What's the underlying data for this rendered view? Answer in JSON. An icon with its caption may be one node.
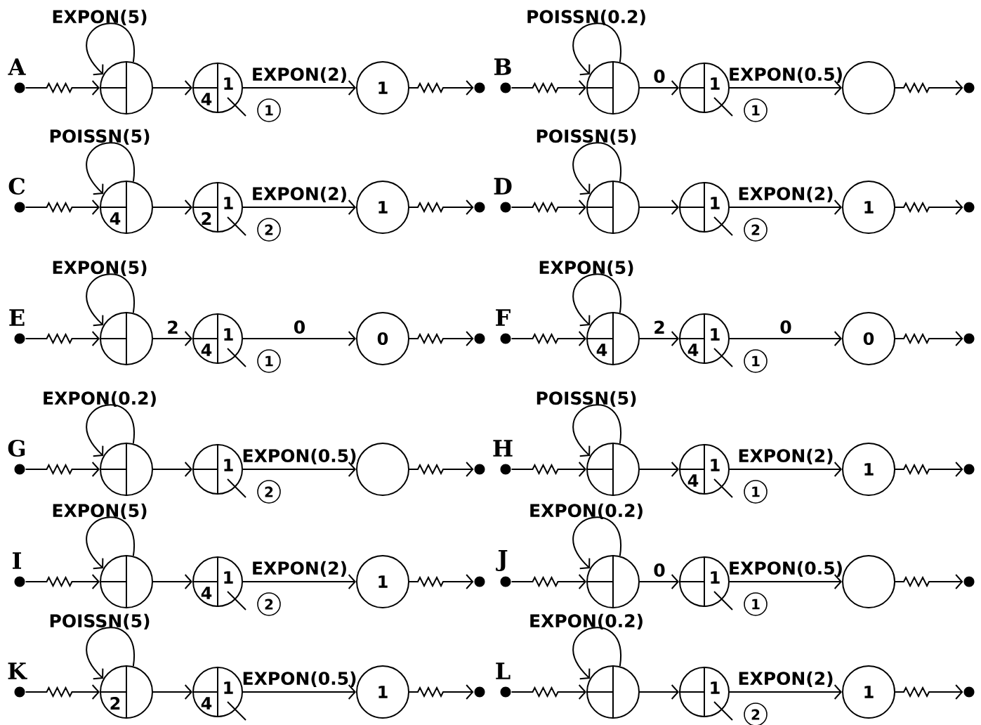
{
  "diagram": {
    "nodes": [
      {
        "text": [],
        "shape": "dot",
        "beside": [
          "A"
        ]
      },
      {
        "text": [],
        "shape": "circle"
      },
      {
        "text": [
          "1",
          "4"
        ],
        "beside": [
          "1"
        ]
      },
      {
        "text": [
          "1"
        ]
      },
      {
        "text": [],
        "shape": "dot"
      },
      {
        "text": [],
        "shape": "dot",
        "beside": [
          "B"
        ]
      },
      {
        "text": [],
        "shape": "circle"
      },
      {
        "text": [
          "1"
        ],
        "beside": [
          "1"
        ]
      },
      {
        "text": [],
        "shape": "circle"
      },
      {
        "text": [],
        "shape": "dot"
      },
      {
        "text": [],
        "shape": "dot",
        "beside": [
          "C"
        ]
      },
      {
        "text": [
          "4"
        ]
      },
      {
        "text": [
          "1",
          "2"
        ],
        "beside": [
          "2"
        ]
      },
      {
        "text": [
          "1"
        ]
      },
      {
        "text": [],
        "shape": "dot"
      },
      {
        "text": [],
        "shape": "dot",
        "beside": [
          "D"
        ]
      },
      {
        "text": [],
        "shape": "circle"
      },
      {
        "text": [
          "1"
        ],
        "beside": [
          "2"
        ]
      },
      {
        "text": [
          "1"
        ]
      },
      {
        "text": [],
        "shape": "dot"
      },
      {
        "text": [],
        "shape": "dot",
        "beside": [
          "E"
        ]
      },
      {
        "text": [],
        "shape": "circle"
      },
      {
        "text": [
          "1",
          "4"
        ],
        "beside": [
          "1"
        ]
      },
      {
        "text": [
          "0"
        ]
      },
      {
        "text": [],
        "shape": "dot"
      },
      {
        "text": [],
        "shape": "dot",
        "beside": [
          "F"
        ]
      },
      {
        "text": [
          "4"
        ]
      },
      {
        "text": [
          "1",
          "4"
        ],
        "beside": [
          "1"
        ]
      },
      {
        "text": [
          "0"
        ]
      },
      {
        "text": [],
        "shape": "dot"
      },
      {
        "text": [],
        "shape": "dot",
        "beside": [
          "G"
        ]
      },
      {
        "text": [],
        "shape": "circle"
      },
      {
        "text": [
          "1"
        ],
        "beside": [
          "2"
        ]
      },
      {
        "text": [],
        "shape": "circle"
      },
      {
        "text": [],
        "shape": "dot"
      },
      {
        "text": [],
        "shape": "dot",
        "beside": [
          "H"
        ]
      },
      {
        "text": [],
        "shape": "circle"
      },
      {
        "text": [
          "1",
          "4"
        ],
        "beside": [
          "1"
        ]
      },
      {
        "text": [
          "1"
        ]
      },
      {
        "text": [],
        "shape": "dot"
      },
      {
        "text": [],
        "shape": "dot",
        "beside": [
          "I"
        ]
      },
      {
        "text": [],
        "shape": "circle"
      },
      {
        "text": [
          "1",
          "4"
        ],
        "beside": [
          "2"
        ]
      },
      {
        "text": [
          "1"
        ]
      },
      {
        "text": [],
        "shape": "dot"
      },
      {
        "text": [],
        "shape": "dot",
        "beside": [
          "J"
        ]
      },
      {
        "text": [],
        "shape": "circle"
      },
      {
        "text": [
          "1"
        ],
        "beside": [
          "1"
        ]
      },
      {
        "text": [],
        "shape": "circle"
      },
      {
        "text": [],
        "shape": "dot"
      },
      {
        "text": [],
        "shape": "dot",
        "beside": [
          "K"
        ]
      },
      {
        "text": [
          "2"
        ]
      },
      {
        "text": [
          "1",
          "4"
        ]
      },
      {
        "text": [
          "1"
        ]
      },
      {
        "text": [],
        "shape": "dot"
      },
      {
        "text": [],
        "shape": "dot",
        "beside": [
          "L"
        ]
      },
      {
        "text": [],
        "shape": "circle"
      },
      {
        "text": [
          "1"
        ],
        "beside": [
          "2"
        ]
      },
      {
        "text": [
          "1"
        ]
      },
      {
        "text": [],
        "shape": "dot"
      }
    ],
    "edges": [
      {
        "from": 0,
        "to": 1,
        "arrow": "to"
      },
      {
        "from": 1,
        "to": 1,
        "arrow": "to",
        "label": "EXPON(5)"
      },
      {
        "from": 1,
        "to": 2,
        "arrow": "to"
      },
      {
        "from": 2,
        "to": 3,
        "arrow": "to",
        "label": "EXPON(2)"
      },
      {
        "from": 3,
        "to": 4,
        "arrow": "to"
      },
      {
        "from": 5,
        "to": 6,
        "arrow": "to"
      },
      {
        "from": 6,
        "to": 6,
        "arrow": "to",
        "label": "POISSN(0.2)"
      },
      {
        "from": 6,
        "to": 7,
        "arrow": "to",
        "label": "0"
      },
      {
        "from": 7,
        "to": 8,
        "arrow": "to",
        "label": "EXPON(0.5)"
      },
      {
        "from": 8,
        "to": 9,
        "arrow": "to"
      },
      {
        "from": 10,
        "to": 11,
        "arrow": "to"
      },
      {
        "from": 11,
        "to": 11,
        "arrow": "to",
        "label": "POISSN(5)"
      },
      {
        "from": 11,
        "to": 12,
        "arrow": "to"
      },
      {
        "from": 12,
        "to": 13,
        "arrow": "to",
        "label": "EXPON(2)"
      },
      {
        "from": 13,
        "to": 14,
        "arrow": "to"
      },
      {
        "from": 15,
        "to": 16,
        "arrow": "to"
      },
      {
        "from": 16,
        "to": 16,
        "arrow": "to",
        "label": "POISSN(5)"
      },
      {
        "from": 16,
        "to": 17,
        "arrow": "to"
      },
      {
        "from": 17,
        "to": 18,
        "arrow": "to",
        "label": "EXPON(2)"
      },
      {
        "from": 18,
        "to": 19,
        "arrow": "to"
      },
      {
        "from": 20,
        "to": 21,
        "arrow": "to"
      },
      {
        "from": 21,
        "to": 21,
        "arrow": "to",
        "label": "EXPON(5)"
      },
      {
        "from": 21,
        "to": 22,
        "arrow": "to",
        "label": "2"
      },
      {
        "from": 22,
        "to": 23,
        "arrow": "to",
        "label": "0"
      },
      {
        "from": 23,
        "to": 24,
        "arrow": "to"
      },
      {
        "from": 25,
        "to": 26,
        "arrow": "to"
      },
      {
        "from": 26,
        "to": 26,
        "arrow": "to",
        "label": "EXPON(5)"
      },
      {
        "from": 26,
        "to": 27,
        "arrow": "to",
        "label": "2"
      },
      {
        "from": 27,
        "to": 28,
        "arrow": "to",
        "label": "0"
      },
      {
        "from": 28,
        "to": 29,
        "arrow": "to"
      },
      {
        "from": 30,
        "to": 31,
        "arrow": "to"
      },
      {
        "from": 31,
        "to": 31,
        "arrow": "to",
        "label": "EXPON(0.2)"
      },
      {
        "from": 31,
        "to": 32,
        "arrow": "to"
      },
      {
        "from": 32,
        "to": 33,
        "arrow": "to",
        "label": "EXPON(0.5)"
      },
      {
        "from": 33,
        "to": 34,
        "arrow": "to"
      },
      {
        "from": 35,
        "to": 36,
        "arrow": "to"
      },
      {
        "from": 36,
        "to": 36,
        "arrow": "to",
        "label": "POISSN(5)"
      },
      {
        "from": 36,
        "to": 37,
        "arrow": "to"
      },
      {
        "from": 37,
        "to": 38,
        "arrow": "to",
        "label": "EXPON(2)"
      },
      {
        "from": 38,
        "to": 39,
        "arrow": "to"
      },
      {
        "from": 40,
        "to": 41,
        "arrow": "to"
      },
      {
        "from": 41,
        "to": 41,
        "arrow": "to",
        "label": "EXPON(5)"
      },
      {
        "from": 41,
        "to": 42,
        "arrow": "to"
      },
      {
        "from": 42,
        "to": 43,
        "arrow": "to",
        "label": "EXPON(2)"
      },
      {
        "from": 43,
        "to": 44,
        "arrow": "to"
      },
      {
        "from": 45,
        "to": 46,
        "arrow": "to"
      },
      {
        "from": 46,
        "to": 46,
        "arrow": "to",
        "label": "EXPON(0.2)"
      },
      {
        "from": 46,
        "to": 47,
        "arrow": "to",
        "label": "0"
      },
      {
        "from": 47,
        "to": 48,
        "arrow": "to",
        "label": "EXPON(0.5)"
      },
      {
        "from": 48,
        "to": 49,
        "arrow": "to"
      },
      {
        "from": 50,
        "to": 51,
        "arrow": "to"
      },
      {
        "from": 51,
        "to": 51,
        "arrow": "to",
        "label": "POISSN(5)"
      },
      {
        "from": 51,
        "to": 52,
        "arrow": "to"
      },
      {
        "from": 52,
        "to": 53,
        "arrow": "to",
        "label": "EXPON(0.5)"
      },
      {
        "from": 53,
        "to": 54,
        "arrow": "to"
      },
      {
        "from": 55,
        "to": 56,
        "arrow": "to"
      },
      {
        "from": 56,
        "to": 56,
        "arrow": "to",
        "label": "EXPON(0.2)"
      },
      {
        "from": 56,
        "to": 57,
        "arrow": "to"
      },
      {
        "from": 57,
        "to": 58,
        "arrow": "to",
        "label": "EXPON(2)"
      },
      {
        "from": 58,
        "to": 59,
        "arrow": "to"
      }
    ]
  }
}
